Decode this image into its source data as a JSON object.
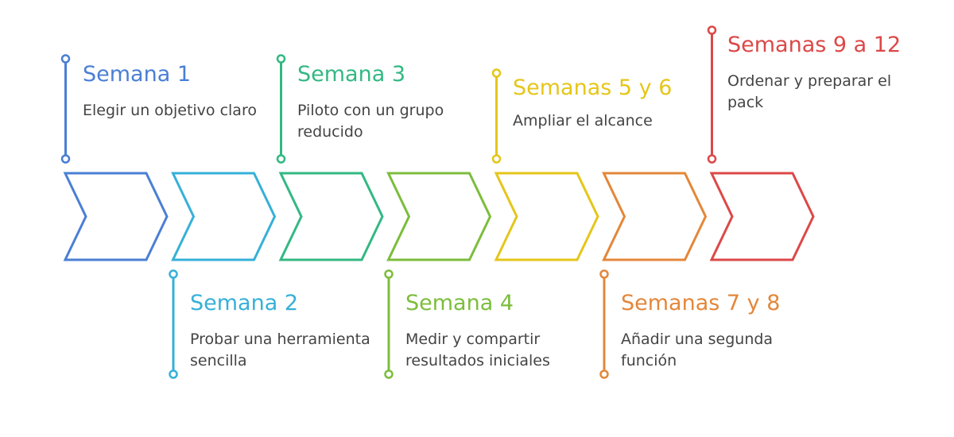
{
  "steps": [
    {
      "title": "Semana 1",
      "description": "Elegir un objetivo claro",
      "color": "#4a7fd4",
      "position": "top"
    },
    {
      "title": "Semana 2",
      "description": "Probar una herramienta sencilla",
      "color": "#36b0d8",
      "position": "bottom"
    },
    {
      "title": "Semana 3",
      "description": "Piloto con un grupo reducido",
      "color": "#33b883",
      "position": "top"
    },
    {
      "title": "Semana 4",
      "description": "Medir y compartir resultados iniciales",
      "color": "#7cbd3c",
      "position": "bottom"
    },
    {
      "title": "Semanas 5 y 6",
      "description": "Ampliar el alcance",
      "color": "#e5c619",
      "position": "top"
    },
    {
      "title": "Semanas 7 y 8",
      "description": "Añadir una segunda función",
      "color": "#e3873a",
      "position": "bottom"
    },
    {
      "title": "Semanas 9 a 12",
      "description": "Ordenar y preparar el pack",
      "color": "#dc4848",
      "position": "top"
    }
  ]
}
